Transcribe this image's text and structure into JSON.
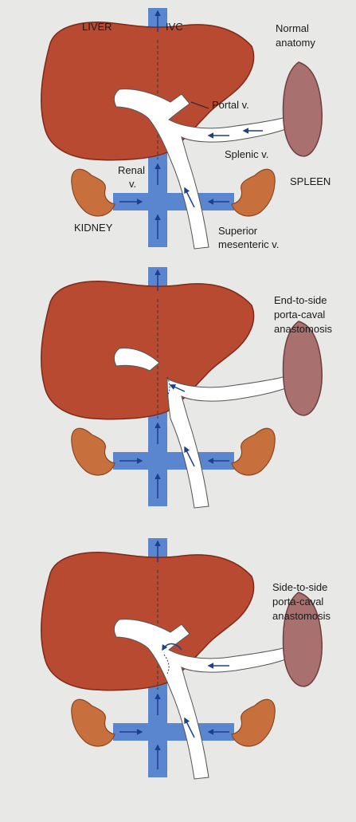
{
  "panels": [
    {
      "id": "normal",
      "title_lines": [
        "Normal",
        "anatomy"
      ],
      "labels": {
        "liver": "LIVER",
        "ivc": "IVC",
        "portal": "Portal v.",
        "splenic": "Splenic v.",
        "spleen": "SPLEEN",
        "renal_1": "Renal",
        "renal_2": "v.",
        "kidney": "KIDNEY",
        "sup_1": "Superior",
        "sup_2": "mesenteric v."
      }
    },
    {
      "id": "end-to-side",
      "title_lines": [
        "End-to-side",
        "porta-caval",
        "anastomosis"
      ]
    },
    {
      "id": "side-to-side",
      "title_lines": [
        "Side-to-side",
        "porta-caval",
        "anastomosis"
      ]
    }
  ],
  "colors": {
    "background": "#e8e9e6",
    "liver": "#b84a32",
    "liver_edge": "#7e2a18",
    "kidney": "#c8703d",
    "spleen": "#a8706f",
    "ivc": "#5a86cf",
    "arrow": "#1c3f8f",
    "portal": "#ffffff"
  }
}
